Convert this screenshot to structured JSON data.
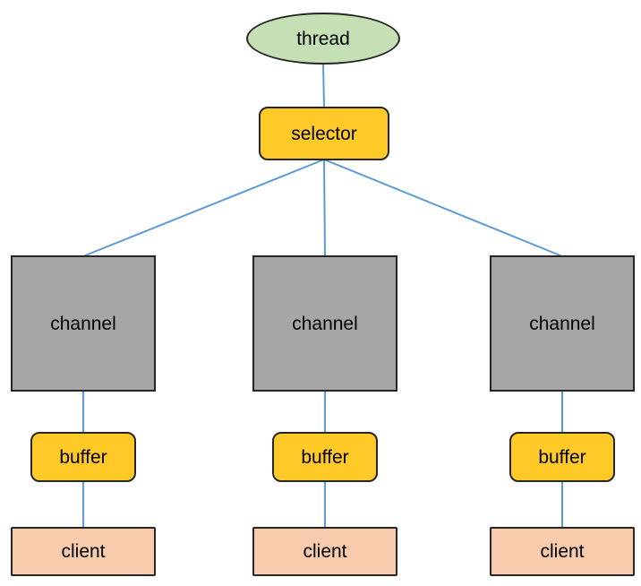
{
  "diagram": {
    "thread_label": "thread",
    "selector_label": "selector",
    "columns": [
      {
        "channel_label": "channel",
        "buffer_label": "buffer",
        "client_label": "client"
      },
      {
        "channel_label": "channel",
        "buffer_label": "buffer",
        "client_label": "client"
      },
      {
        "channel_label": "channel",
        "buffer_label": "buffer",
        "client_label": "client"
      }
    ]
  },
  "colors": {
    "thread-fill": "#C5E0B4",
    "gold-fill": "#FFC928",
    "channel-fill": "#A6A6A6",
    "client-fill": "#F8CBAD",
    "edge": "#5B9BD5",
    "border": "#262626"
  }
}
